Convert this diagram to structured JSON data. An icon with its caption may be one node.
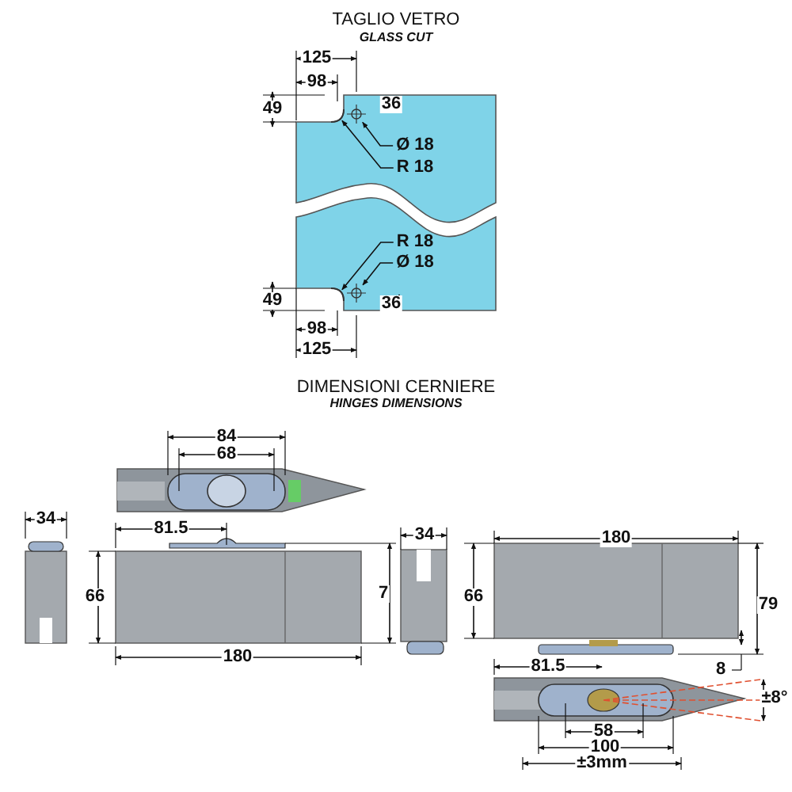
{
  "diagram": {
    "nodes": [
      {
        "text": [
          "Ø 18"
        ]
      },
      {
        "text": [
          "R 18"
        ]
      },
      {
        "text": [
          "R 18"
        ]
      },
      {
        "text": [
          "Ø 18"
        ]
      },
      {
        "text": [],
        "shape": "circle"
      },
      {
        "text": [],
        "shape": "circle"
      },
      {
        "text": [],
        "shape": "arc"
      },
      {
        "text": [],
        "shape": "arc"
      }
    ],
    "edges": [
      {
        "from": 0,
        "to": 4,
        "arrow": "to"
      },
      {
        "from": 1,
        "to": 6,
        "arrow": "to"
      },
      {
        "from": 2,
        "to": 7,
        "arrow": "to"
      },
      {
        "from": 3,
        "to": 5,
        "arrow": "to"
      }
    ],
    "labels": [
      "TAGLIO VETRO",
      "GLASS CUT",
      "125",
      "98",
      "49",
      "36",
      "49",
      "36",
      "98",
      "125",
      "DIMENSIONI CERNIERE",
      "HINGES DIMENSIONS",
      "84",
      "68",
      "34",
      "81.5",
      "66",
      "7",
      "180",
      "34",
      "180",
      "66",
      "79",
      "81.5",
      "8",
      "±8°",
      "58",
      "100",
      "±3mm"
    ]
  }
}
